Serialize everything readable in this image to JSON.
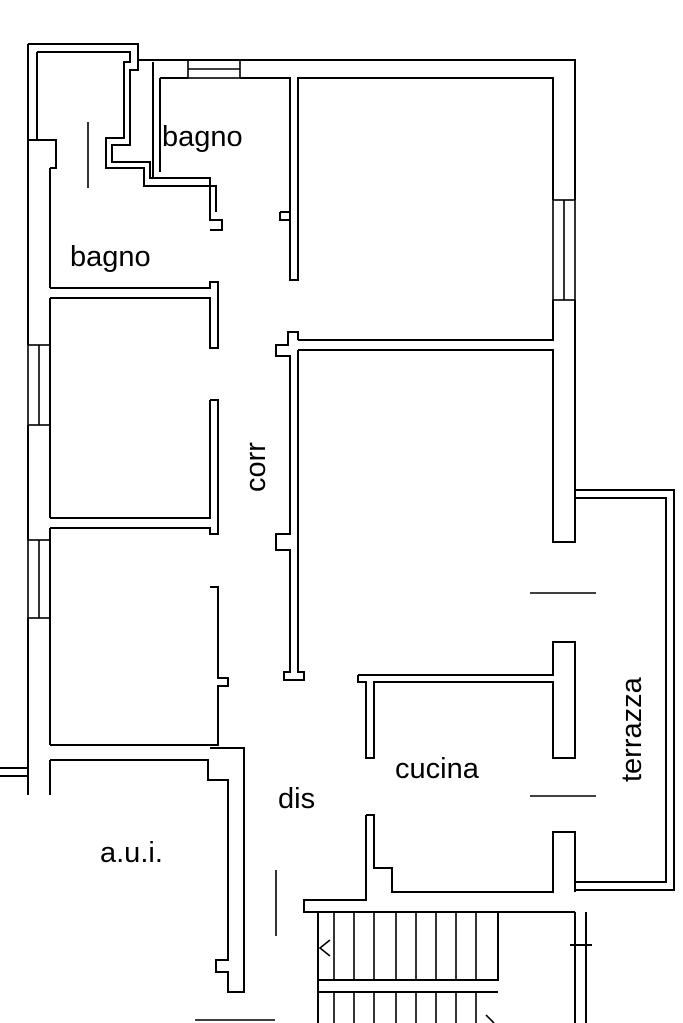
{
  "rooms": {
    "bagno_top": "bagno",
    "bagno_left": "bagno",
    "corr": "corr",
    "dis": "dis",
    "cucina": "cucina",
    "terrazza": "terrazza",
    "aui": "a.u.i."
  }
}
